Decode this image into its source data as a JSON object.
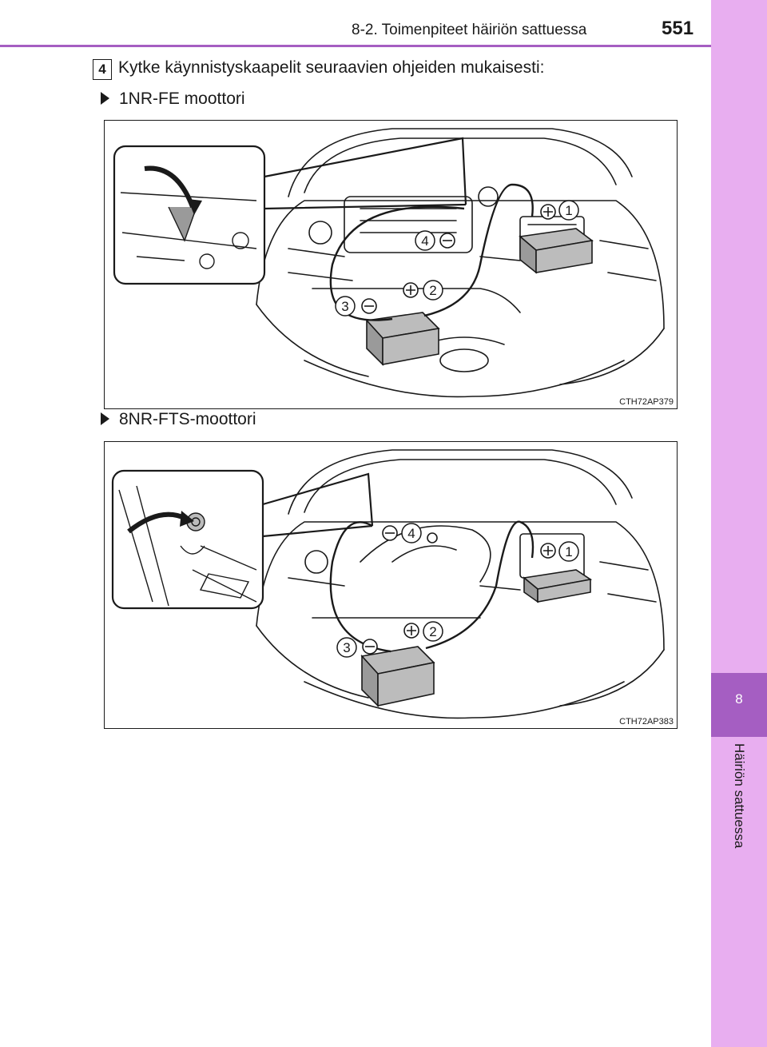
{
  "header": {
    "section_title": "8-2. Toimenpiteet häiriön sattuessa",
    "page_number": "551"
  },
  "side_tab": {
    "chapter_number": "8",
    "chapter_title": "Häiriön sattuessa",
    "colors": {
      "tab": "#e8aef0",
      "chapter_box": "#a55ec2"
    }
  },
  "step": {
    "number": "4",
    "text": "Kytke käynnistyskaapelit seuraavien ohjeiden mukaisesti:"
  },
  "figures": [
    {
      "caption": "1NR-FE moottori",
      "code": "CTH72AP379",
      "labels": [
        "1",
        "2",
        "3",
        "4"
      ]
    },
    {
      "caption": "8NR-FTS-moottori",
      "code": "CTH72AP383",
      "labels": [
        "1",
        "2",
        "3",
        "4"
      ]
    }
  ]
}
